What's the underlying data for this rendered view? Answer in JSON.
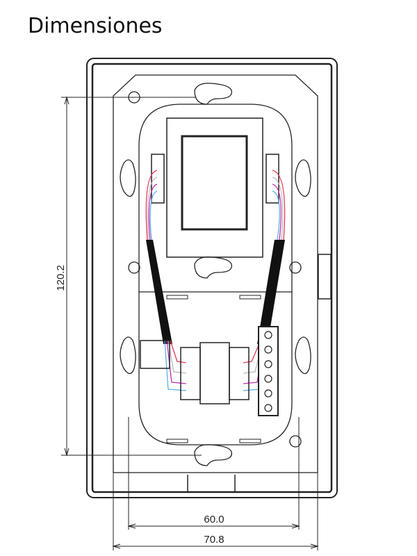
{
  "title": "Dimensiones",
  "dimensions": {
    "height": "120.2",
    "inner_width": "60.0",
    "outer_width": "70.8"
  },
  "colors": {
    "line": "#222222",
    "wire_red": "#e8385a",
    "wire_magenta": "#c030b0",
    "wire_blue": "#5ab0e8",
    "wire_gray": "#bbbbbb"
  }
}
